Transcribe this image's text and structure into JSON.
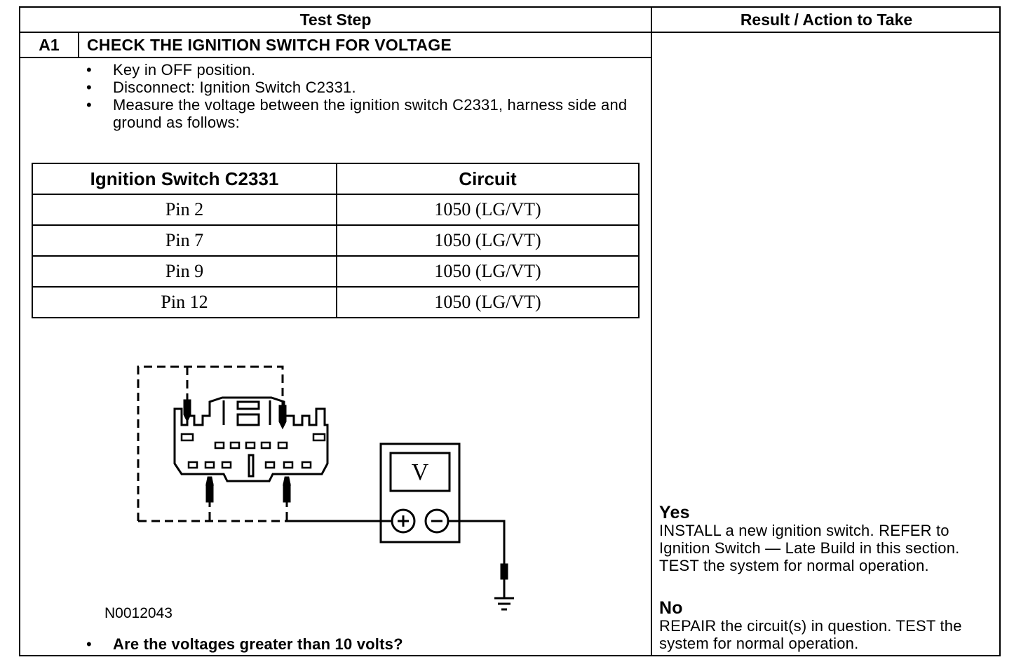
{
  "header": {
    "left": "Test Step",
    "right": "Result / Action to Take"
  },
  "step": {
    "id": "A1",
    "title": "CHECK THE IGNITION SWITCH FOR VOLTAGE"
  },
  "bullets": [
    "Key in OFF position.",
    "Disconnect: Ignition Switch C2331.",
    "Measure the voltage between the ignition switch C2331, harness side and ground as follows:"
  ],
  "bullet_glyph": "•",
  "table": {
    "headers": [
      "Ignition Switch C2331",
      "Circuit"
    ],
    "rows": [
      [
        "Pin 2",
        "1050 (LG/VT)"
      ],
      [
        "Pin 7",
        "1050 (LG/VT)"
      ],
      [
        "Pin 9",
        "1050 (LG/VT)"
      ],
      [
        "Pin 12",
        "1050 (LG/VT)"
      ]
    ]
  },
  "diagram": {
    "meter_symbol": "V",
    "plus": "+",
    "minus": "−",
    "figure_id": "N0012043"
  },
  "question": "Are the voltages greater than 10 volts?",
  "results": {
    "yes_label": "Yes",
    "yes_text": "INSTALL a new ignition switch. REFER to Ignition Switch — Late Build in this section. TEST the system for normal operation.",
    "no_label": "No",
    "no_text": "REPAIR the circuit(s) in question. TEST the system for normal operation."
  }
}
